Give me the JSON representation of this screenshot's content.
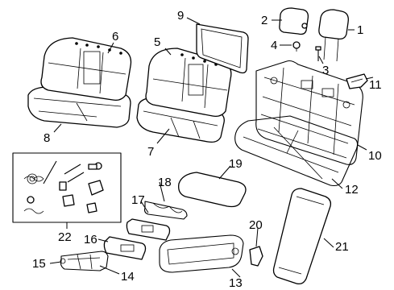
{
  "callouts": [
    {
      "id": "c1",
      "text": "1"
    },
    {
      "id": "c2",
      "text": "2"
    },
    {
      "id": "c3",
      "text": "3"
    },
    {
      "id": "c4",
      "text": "4"
    },
    {
      "id": "c5",
      "text": "5"
    },
    {
      "id": "c6",
      "text": "6"
    },
    {
      "id": "c7",
      "text": "7"
    },
    {
      "id": "c8",
      "text": "8"
    },
    {
      "id": "c9",
      "text": "9"
    },
    {
      "id": "c10",
      "text": "10"
    },
    {
      "id": "c11",
      "text": "11"
    },
    {
      "id": "c12",
      "text": "12"
    },
    {
      "id": "c13",
      "text": "13"
    },
    {
      "id": "c14",
      "text": "14"
    },
    {
      "id": "c15",
      "text": "15"
    },
    {
      "id": "c16",
      "text": "16"
    },
    {
      "id": "c17",
      "text": "17"
    },
    {
      "id": "c18",
      "text": "18"
    },
    {
      "id": "c19",
      "text": "19"
    },
    {
      "id": "c20",
      "text": "20"
    },
    {
      "id": "c21",
      "text": "21"
    },
    {
      "id": "c22",
      "text": "22"
    }
  ],
  "colors": {
    "line": "#000000",
    "background": "#ffffff"
  }
}
